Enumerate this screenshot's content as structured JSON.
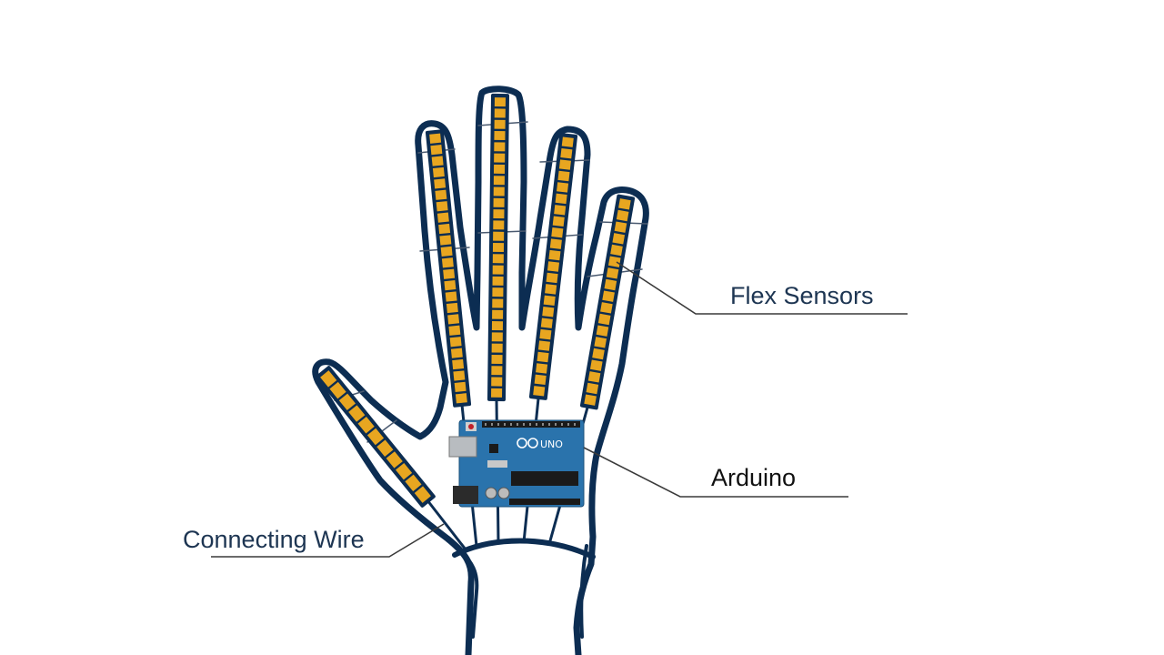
{
  "colors": {
    "outline": "#0c2d52",
    "sensor": "#e8a620",
    "sensor_cell_border": "#0c2d52",
    "board": "#2a73ac",
    "leader": "#3a3a3a",
    "label_blue": "#1d3552",
    "label_black": "#111111"
  },
  "labels": {
    "flex_sensors": "Flex Sensors",
    "arduino": "Arduino",
    "connecting_wire": "Connecting Wire"
  },
  "board": {
    "logo_text": "UNO"
  },
  "icons": [
    "hand-outline-icon",
    "flex-sensor-icon",
    "arduino-board-icon",
    "wire-icon"
  ]
}
